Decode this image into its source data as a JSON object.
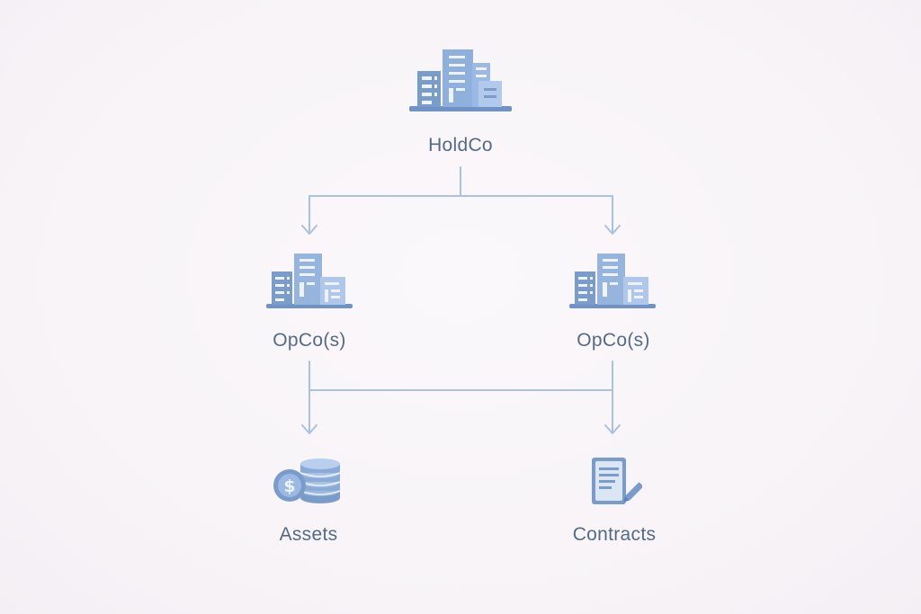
{
  "colors": {
    "background": "#f8f4f8",
    "connector": "#a9c2e0",
    "label_text": "#536b85",
    "icon_dark": "#7a9ccb",
    "icon_light": "#a9c3e6"
  },
  "nodes": {
    "holdco": {
      "label": "HoldCo",
      "icon": "office-buildings-icon"
    },
    "opco_left": {
      "label": "OpCo(s)",
      "icon": "office-buildings-icon"
    },
    "opco_right": {
      "label": "OpCo(s)",
      "icon": "office-buildings-icon"
    },
    "assets": {
      "label": "Assets",
      "icon": "coin-stack-icon"
    },
    "contracts": {
      "label": "Contracts",
      "icon": "contract-document-icon"
    }
  }
}
